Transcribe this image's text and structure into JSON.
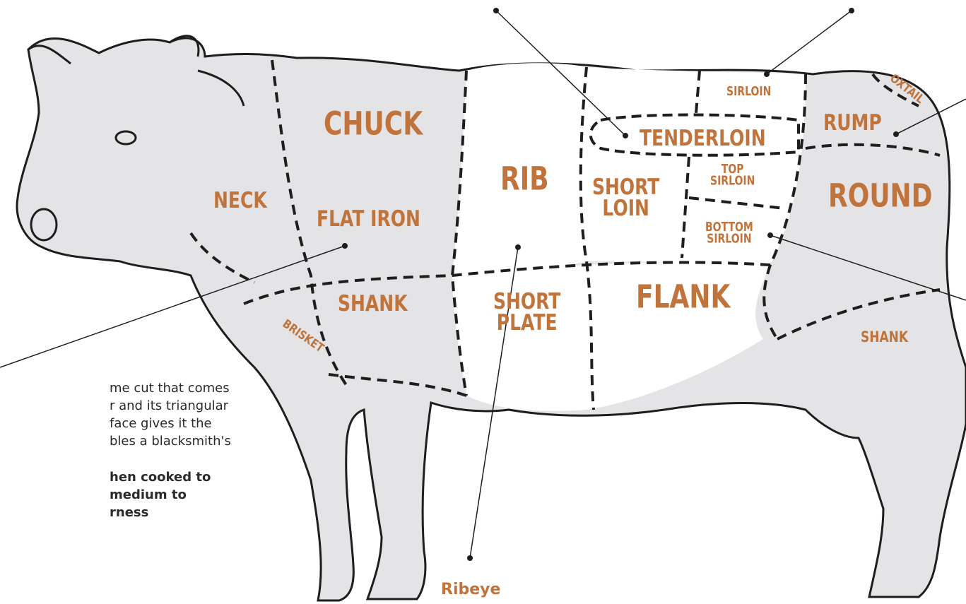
{
  "diagram": {
    "colors": {
      "body_fill": "#e4e4e6",
      "cut_white": "#ffffff",
      "outline": "#1e1e1e",
      "label_color": "#c0733b"
    },
    "cuts": {
      "neck": "NECK",
      "chuck": "CHUCK",
      "flat_iron": "FLAT IRON",
      "shank_front": "SHANK",
      "brisket": "BRISKET",
      "rib": "RIB",
      "short_plate": "SHORT\nPLATE",
      "short_loin": "SHORT\nLOIN",
      "tenderloin": "TENDERLOIN",
      "sirloin": "SIRLOIN",
      "top_sirloin": "TOP\nSIRLOIN",
      "bottom_sirloin": "BOTTOM\nSIRLOIN",
      "flank": "FLANK",
      "rump": "RUMP",
      "oxtail": "OXTAIL",
      "round": "ROUND",
      "shank_rear": "SHANK"
    },
    "callout": {
      "ribeye": "Ribeye",
      "flat_iron_desc": "me cut that comes\nr and its triangular\nface gives it the\nbles a blacksmith's",
      "flat_iron_tip": "hen cooked to\nmedium to\nrness"
    }
  }
}
